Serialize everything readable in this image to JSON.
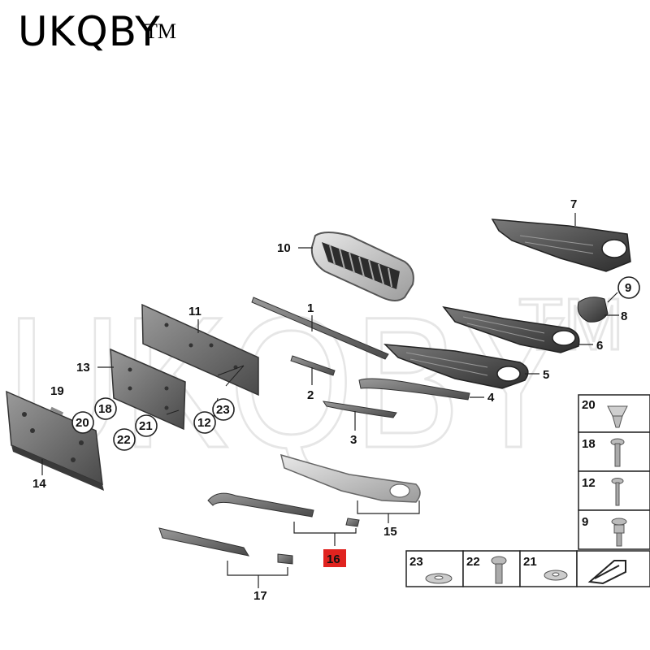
{
  "brand": {
    "name": "UKQBY",
    "tm": "TM"
  },
  "watermark": {
    "text": "UKQBY",
    "tm": "TM"
  },
  "labels": {
    "p1": "1",
    "p2": "2",
    "p3": "3",
    "p4": "4",
    "p5": "5",
    "p6": "6",
    "p7": "7",
    "p8": "8",
    "p9": "9",
    "p10": "10",
    "p11": "11",
    "p12": "12",
    "p13": "13",
    "p14": "14",
    "p15": "15",
    "p16": "16",
    "p17": "17",
    "p18": "18",
    "p19": "19",
    "p20": "20",
    "p21": "21",
    "p22": "22",
    "p23": "23"
  },
  "fastener_grid": {
    "right_column": [
      "20",
      "18",
      "12",
      "9"
    ],
    "bottom_row": [
      "23",
      "22",
      "21"
    ]
  },
  "colors": {
    "part_gray": "#6b6b6b",
    "part_dark": "#3d3d3d",
    "highlight_red": "#e0231f",
    "watermark": "#e9e9e9"
  }
}
